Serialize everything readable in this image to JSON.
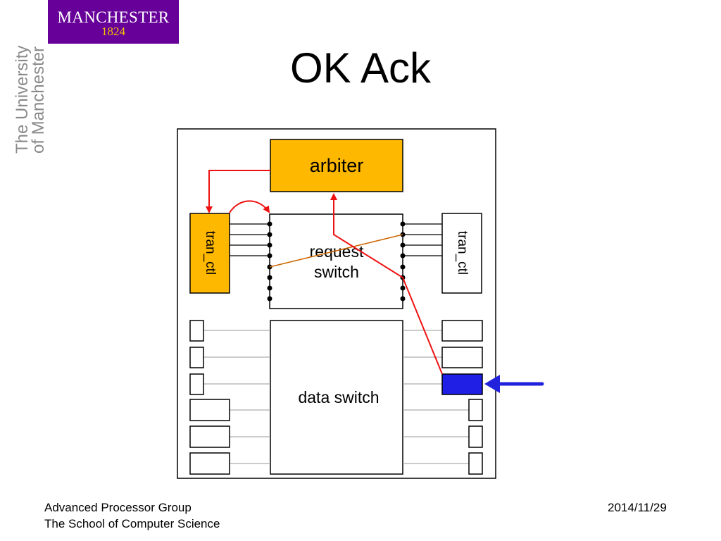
{
  "logo": {
    "name": "MANCHESTER",
    "year": "1824"
  },
  "vertical_text": {
    "line1": "The University",
    "line2": "of Manchester"
  },
  "title": "OK Ack",
  "diagram": {
    "arbiter_label": "arbiter",
    "request_switch_label": [
      "request",
      "switch"
    ],
    "data_switch_label": "data switch",
    "left_tran_ctl_label": "tran_ctl",
    "right_tran_ctl_label": "tran_ctl",
    "colors": {
      "highlight_orange": "#ffb800",
      "signal_red": "#ee1111",
      "brown_line": "#cc6600",
      "active_blue": "#1f1fe6",
      "arrow_blue": "#2222dd"
    }
  },
  "footer": {
    "left_line1": "Advanced Processor Group",
    "left_line2": "The School of Computer Science",
    "date": "2014/11/29"
  }
}
